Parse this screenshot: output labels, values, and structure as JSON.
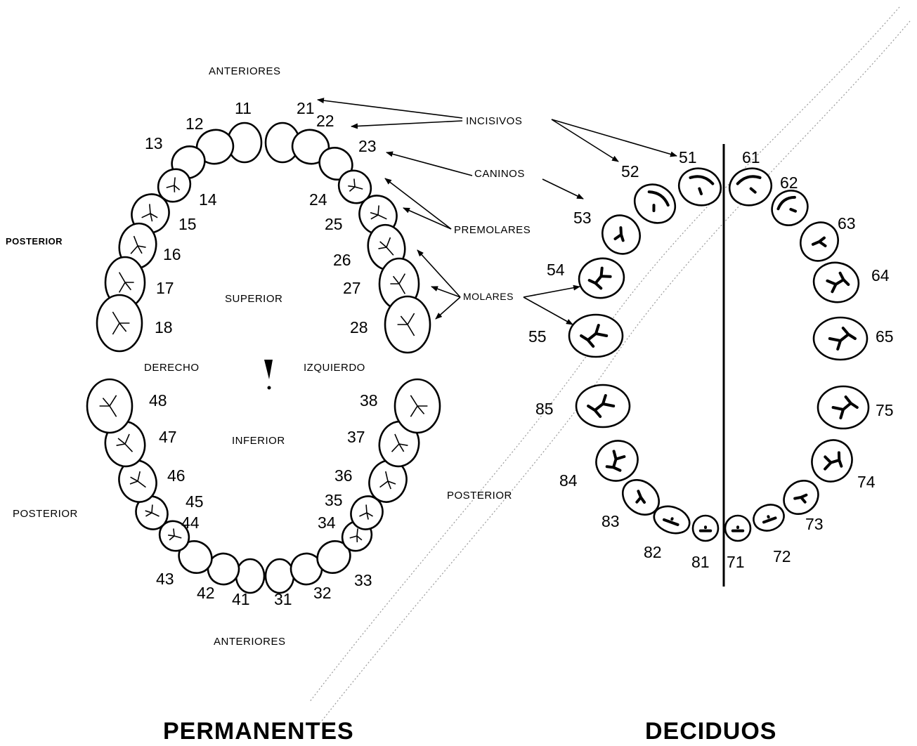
{
  "labels": {
    "anteriores_top": "ANTERIORES",
    "anteriores_bottom": "ANTERIORES",
    "posterior_left_upper": "POSTERIOR",
    "posterior_left_lower": "POSTERIOR",
    "posterior_right": "POSTERIOR",
    "superior": "SUPERIOR",
    "inferior": "INFERIOR",
    "derecho": "DERECHO",
    "izquierdo": "IZQUIERDO",
    "incisivos": "INCISIVOS",
    "caninos": "CANINOS",
    "premolares": "PREMOLARES",
    "molares": "MOLARES",
    "permanentes": "PERMANENTES",
    "deciduos": "DECIDUOS"
  },
  "permanent": {
    "upper_right": [
      "11",
      "12",
      "13",
      "14",
      "15",
      "16",
      "17",
      "18"
    ],
    "upper_left": [
      "21",
      "22",
      "23",
      "24",
      "25",
      "26",
      "27",
      "28"
    ],
    "lower_left": [
      "31",
      "32",
      "33",
      "34",
      "35",
      "36",
      "37",
      "38"
    ],
    "lower_right": [
      "41",
      "42",
      "43",
      "44",
      "45",
      "46",
      "47",
      "48"
    ]
  },
  "deciduous": {
    "upper_right": [
      "51",
      "52",
      "53",
      "54",
      "55"
    ],
    "upper_left": [
      "61",
      "62",
      "63",
      "64",
      "65"
    ],
    "lower_left": [
      "71",
      "72",
      "73",
      "74",
      "75"
    ],
    "lower_right": [
      "81",
      "82",
      "83",
      "84",
      "85"
    ]
  },
  "colors": {
    "ink": "#000000",
    "paper": "#ffffff",
    "grain": "#9a9a9a"
  }
}
